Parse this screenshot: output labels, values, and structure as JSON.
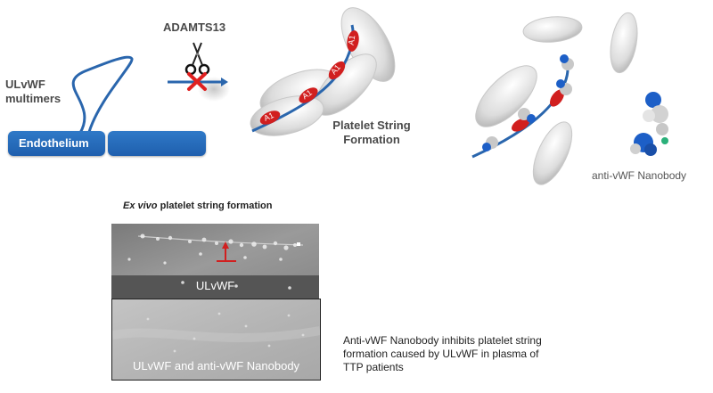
{
  "labels": {
    "adamts13": "ADAMTS13",
    "ulvwf_line1": "ULvWF",
    "ulvwf_line2": "multimers",
    "endothelium": "Endothelium",
    "platelet_string_line1": "Platelet String",
    "platelet_string_line2": "Formation",
    "a1": "A1",
    "nanobody": "anti-vWF Nanobody",
    "ex_vivo_italic": "Ex vivo",
    "ex_vivo_rest": " platelet string formation",
    "micro_top": "ULvWF",
    "micro_bottom": "ULvWF and anti-vWF Nanobody"
  },
  "caption": {
    "line1": "Anti-vWF Nanobody inhibits platelet string",
    "line2": "formation caused by ULvWF in  plasma of",
    "line3": "TTP patients"
  },
  "colors": {
    "strand": "#2a66ad",
    "a1_red": "#d11f1f",
    "platelet": "#d8d8d8",
    "endothelium": "#2670c0",
    "cross": "#e02020"
  }
}
